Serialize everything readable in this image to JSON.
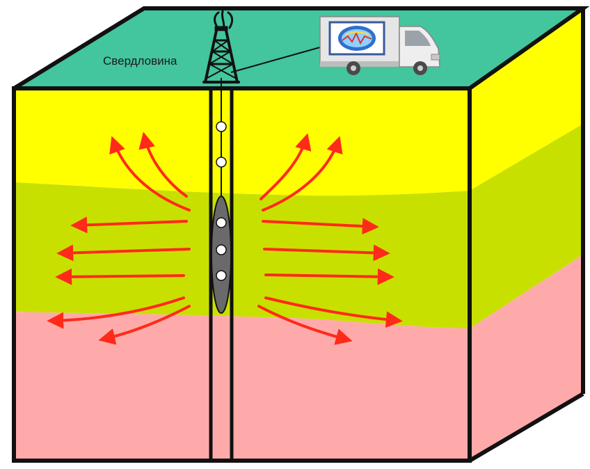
{
  "labels": {
    "well": "Свердловина"
  },
  "layers": [
    {
      "name": "top-surface",
      "color": "#43c59e"
    },
    {
      "name": "upper-layer",
      "color": "#ffff00"
    },
    {
      "name": "middle-layer",
      "color": "#c8e000"
    },
    {
      "name": "lower-layer",
      "color": "#ffaaaa"
    }
  ],
  "colors": {
    "outline": "#111111",
    "arrows": "#ff2a1a",
    "probe": "#6a6a6a",
    "sensor": "#ffffff",
    "truck_body": "#e6e6e6"
  },
  "icons": [
    "drilling-rig-icon",
    "logging-truck-icon",
    "company-logo-icon"
  ]
}
